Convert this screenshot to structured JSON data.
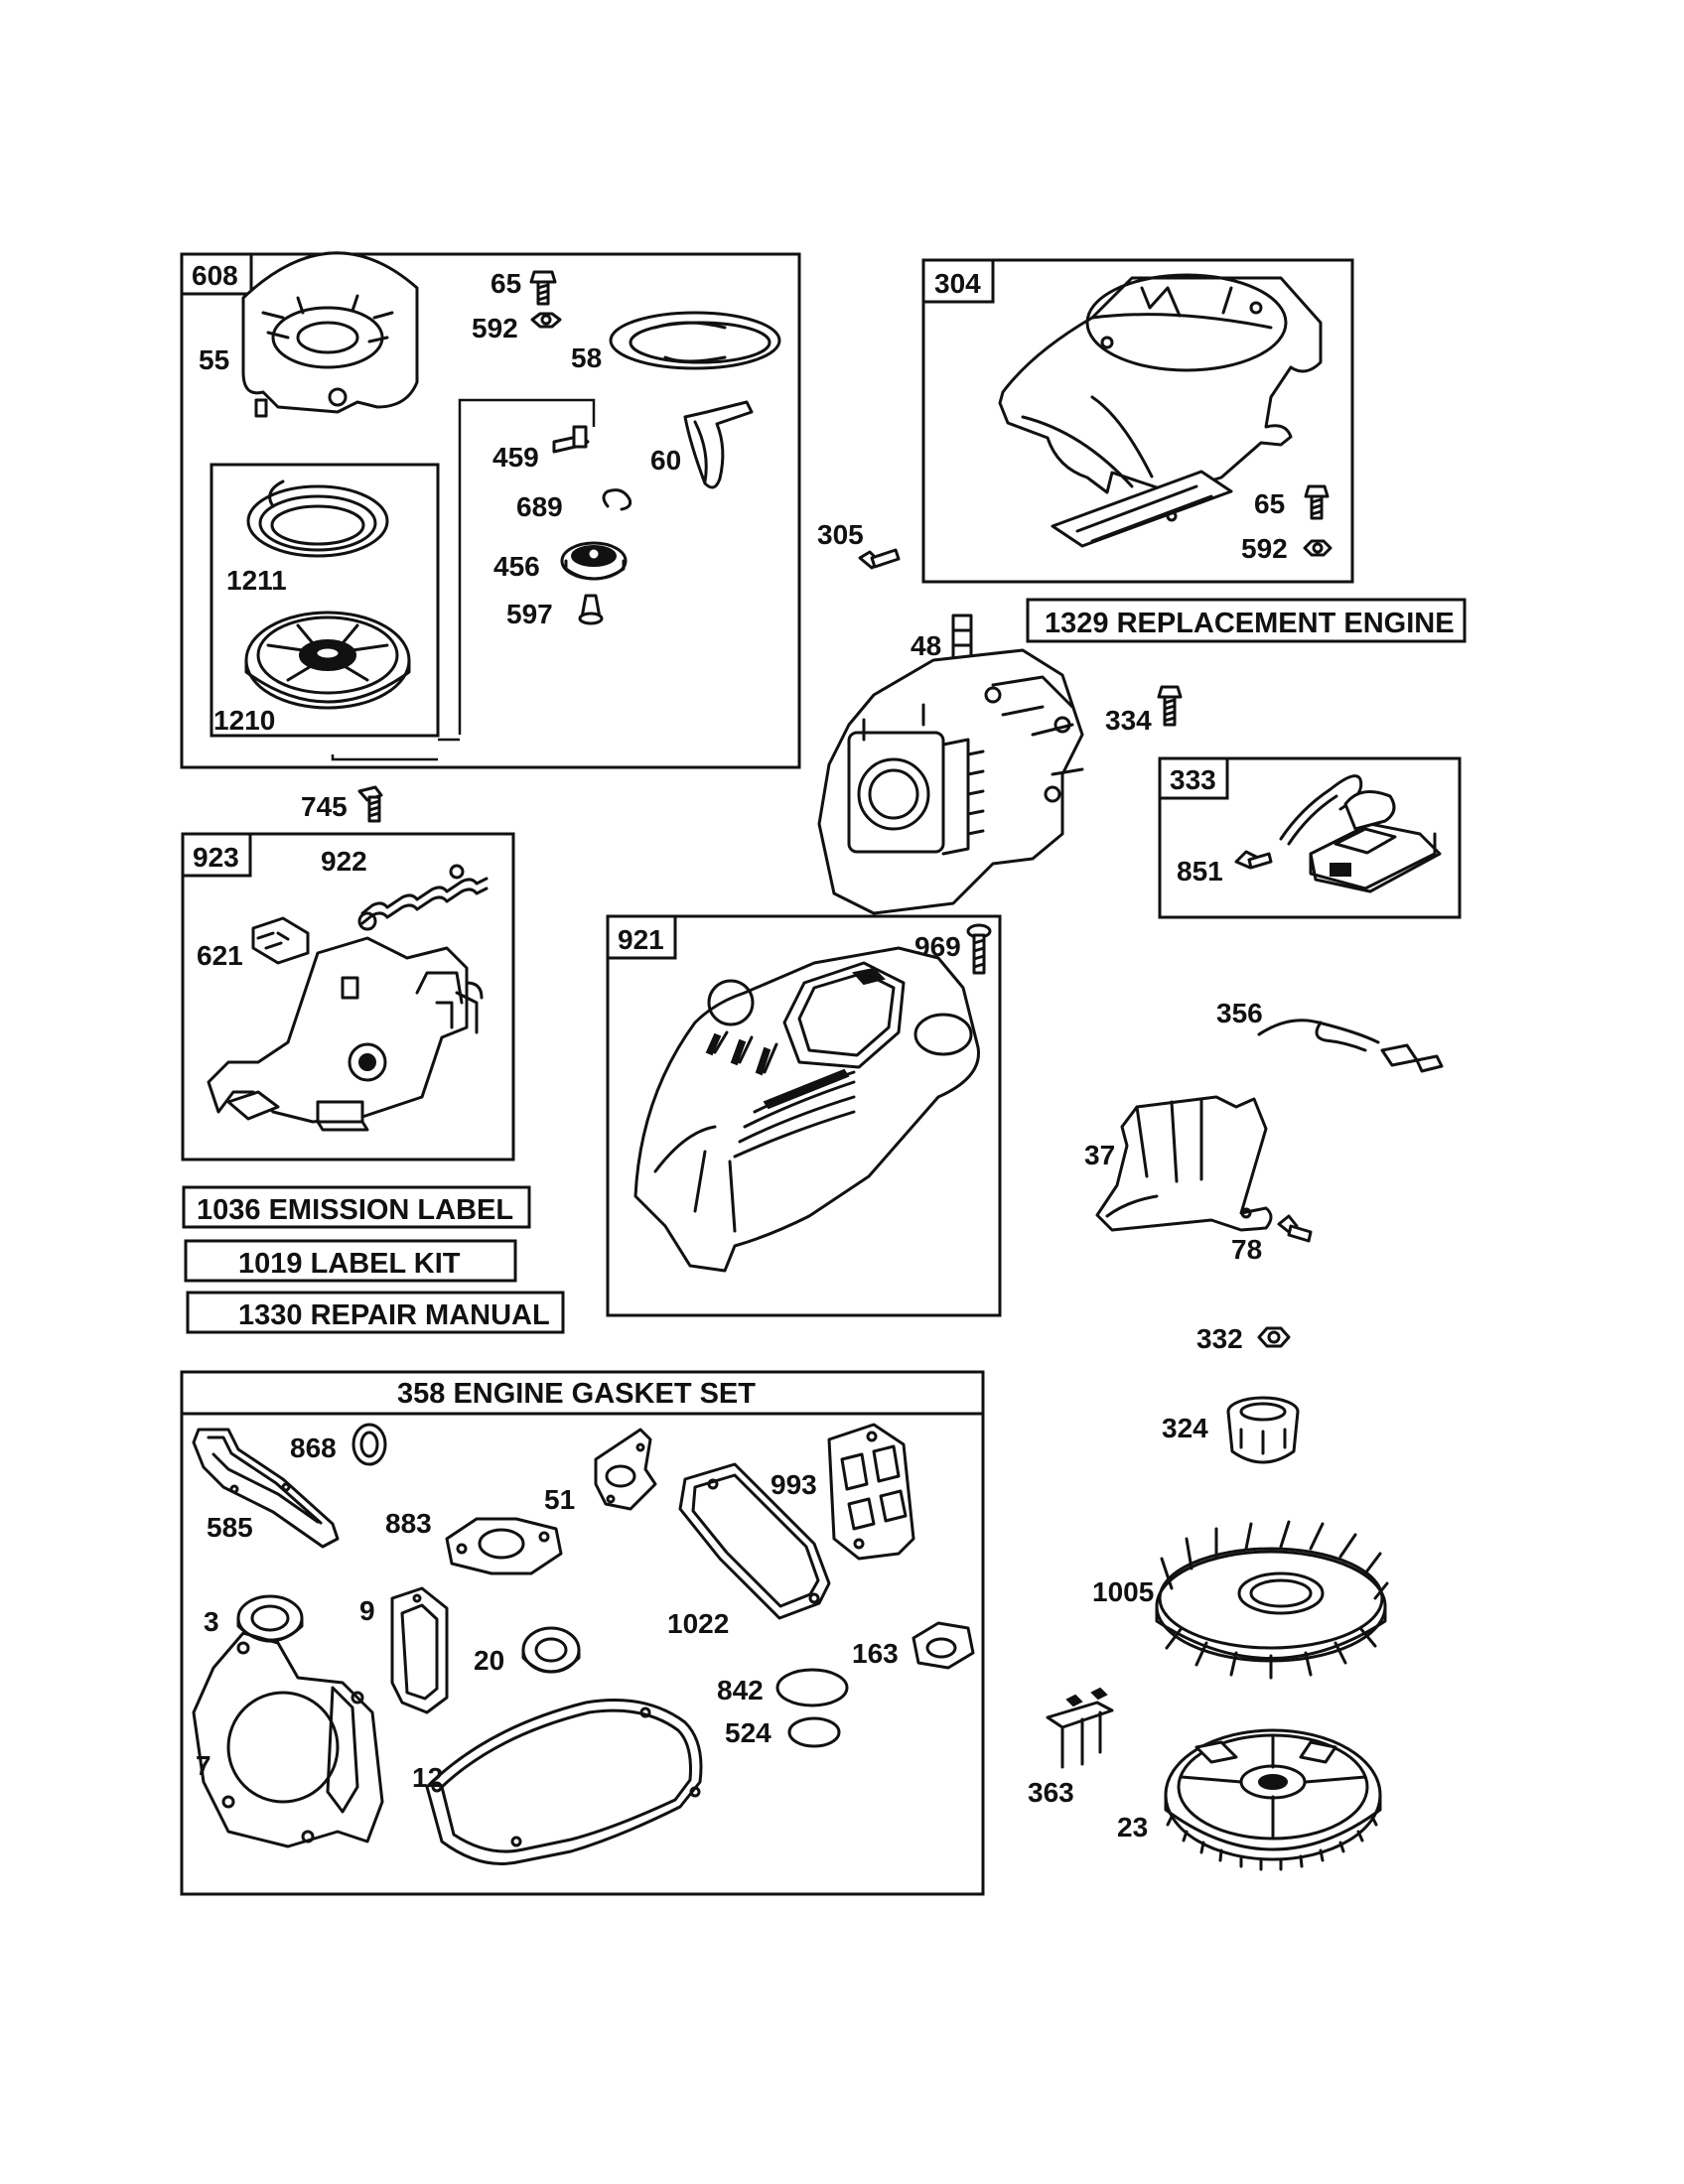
{
  "groups": {
    "g608": "608",
    "g304": "304",
    "g923": "923",
    "g921": "921",
    "g333": "333",
    "g358": "358 ENGINE GASKET SET"
  },
  "labels": {
    "replacement_engine": "1329 REPLACEMENT ENGINE",
    "emission_label": "1036 EMISSION LABEL",
    "label_kit": "1019 LABEL KIT",
    "repair_manual": "1330 REPAIR MANUAL"
  },
  "parts": {
    "p55": "55",
    "p65a": "65",
    "p592a": "592",
    "p58": "58",
    "p459": "459",
    "p60": "60",
    "p689": "689",
    "p456": "456",
    "p597": "597",
    "p1211": "1211",
    "p1210": "1210",
    "p745": "745",
    "p305": "305",
    "p65b": "65",
    "p592b": "592",
    "p48": "48",
    "p334": "334",
    "p851": "851",
    "p922": "922",
    "p621": "621",
    "p969": "969",
    "p356": "356",
    "p37": "37",
    "p78": "78",
    "p332": "332",
    "p324": "324",
    "p1005": "1005",
    "p363": "363",
    "p23": "23",
    "p868": "868",
    "p585": "585",
    "p883": "883",
    "p51": "51",
    "p993": "993",
    "p3": "3",
    "p9": "9",
    "p20": "20",
    "p1022": "1022",
    "p163": "163",
    "p842": "842",
    "p524": "524",
    "p7": "7",
    "p12": "12"
  }
}
